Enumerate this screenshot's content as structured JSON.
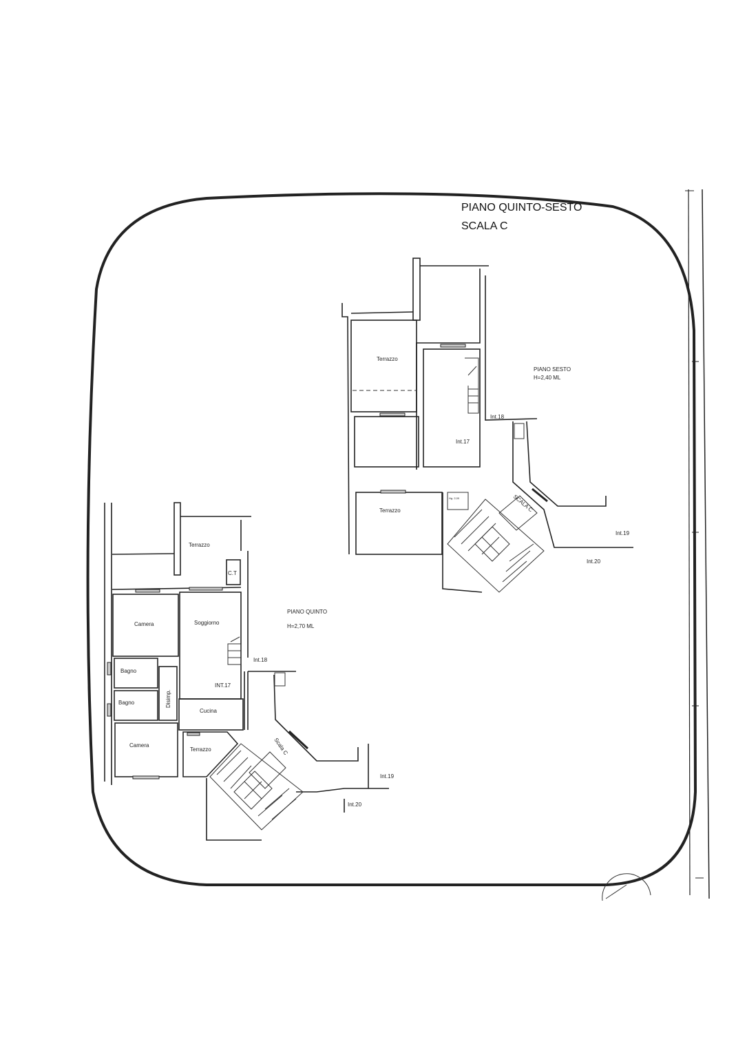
{
  "title": {
    "line1": "PIANO QUINTO-SESTO",
    "line2": "SCALA C"
  },
  "upper_plan": {
    "floor_name": "PIANO SESTO",
    "height": "H=2,40 ML",
    "rooms": {
      "terrazzo_top": "Terrazzo",
      "terrazzo_bottom": "Terrazzo",
      "int17": "Int.17",
      "small_room": "Hg. 2,00"
    },
    "stair": "SCALA C",
    "units": {
      "int18": "Int.18",
      "int19": "Int.19",
      "int20": "Int.20"
    }
  },
  "lower_plan": {
    "floor_name": "PIANO QUINTO",
    "height": "H=2,70 ML",
    "rooms": {
      "terrazzo_top": "Terrazzo",
      "ct": "C.T",
      "camera_top": "Camera",
      "soggiorno": "Soggiorno",
      "bagno_1": "Bagno",
      "bagno_2": "Bagno",
      "disimp": "Disimp.",
      "int17": "INT.17",
      "cucina": "Cucina",
      "camera_bottom": "Camera",
      "terrazzo_bottom": "Terrazzo"
    },
    "stair": "Scala C",
    "units": {
      "int18": "Int.18",
      "int19": "Int.19",
      "int20": "Int.20"
    }
  }
}
